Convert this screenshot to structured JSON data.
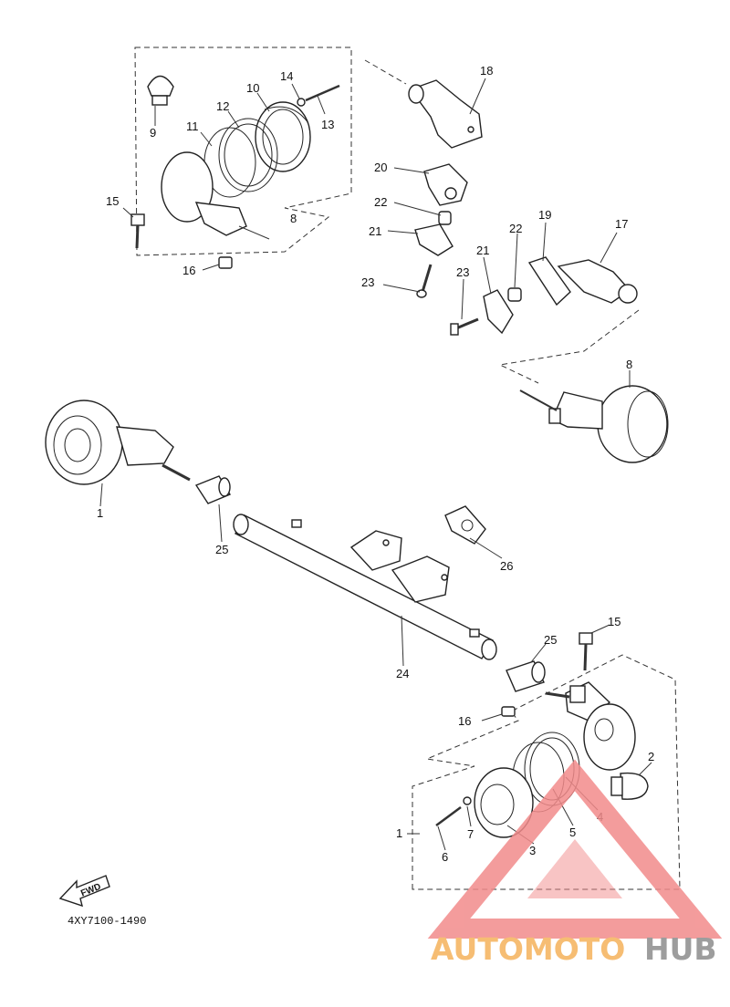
{
  "diagram": {
    "part_labels": {
      "p1a": "1",
      "p1b": "1",
      "p2": "2",
      "p3": "3",
      "p4": "4",
      "p5": "5",
      "p6": "6",
      "p7": "7",
      "p8a": "8",
      "p8b": "8",
      "p9": "9",
      "p10": "10",
      "p11": "11",
      "p12": "12",
      "p13": "13",
      "p14": "14",
      "p15a": "15",
      "p15b": "15",
      "p16a": "16",
      "p16b": "16",
      "p17": "17",
      "p18": "18",
      "p19": "19",
      "p20": "20",
      "p21a": "21",
      "p21b": "21",
      "p22a": "22",
      "p22b": "22",
      "p23a": "23",
      "p23b": "23",
      "p24": "24",
      "p25a": "25",
      "p25b": "25",
      "p26": "26"
    },
    "fwd_label": "FWD",
    "drawing_code": "4XY7100-1490"
  },
  "watermark": {
    "text_part1": "AUTOMOTO",
    "text_part2": "HUB",
    "colors": {
      "orange": "#f5b25b",
      "pink": "#f28b8b",
      "gray": "#8c8c8c"
    }
  }
}
